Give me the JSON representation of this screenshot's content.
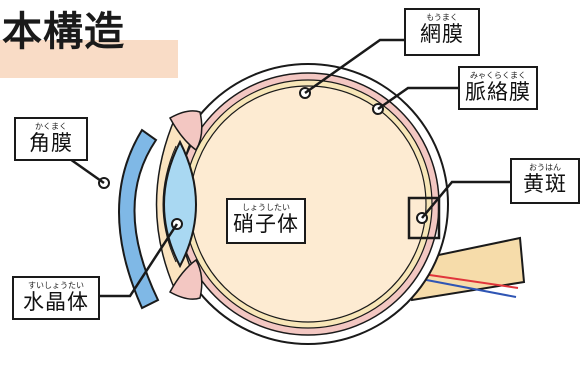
{
  "title": "本構造",
  "labels": {
    "retina": {
      "ruby": "もうまく",
      "text": "網膜"
    },
    "choroid": {
      "ruby": "みゃくらくまく",
      "text": "脈絡膜"
    },
    "cornea": {
      "ruby": "かくまく",
      "text": "角膜"
    },
    "macula": {
      "ruby": "おうはん",
      "text": "黄斑"
    },
    "vitreous": {
      "ruby": "しょうしたい",
      "text": "硝子体"
    },
    "lens": {
      "ruby": "すいしょうたい",
      "text": "水晶体"
    }
  },
  "colors": {
    "title_band": "#f9dcc6",
    "vitreous": "#fdebd2",
    "lens": "#a9d8f2",
    "cornea": "#7fb8e6",
    "retina": "#f3c7c2",
    "optic_nerve": "#f6dcaa",
    "artery": "#e0353b",
    "vein": "#2f55b4"
  }
}
